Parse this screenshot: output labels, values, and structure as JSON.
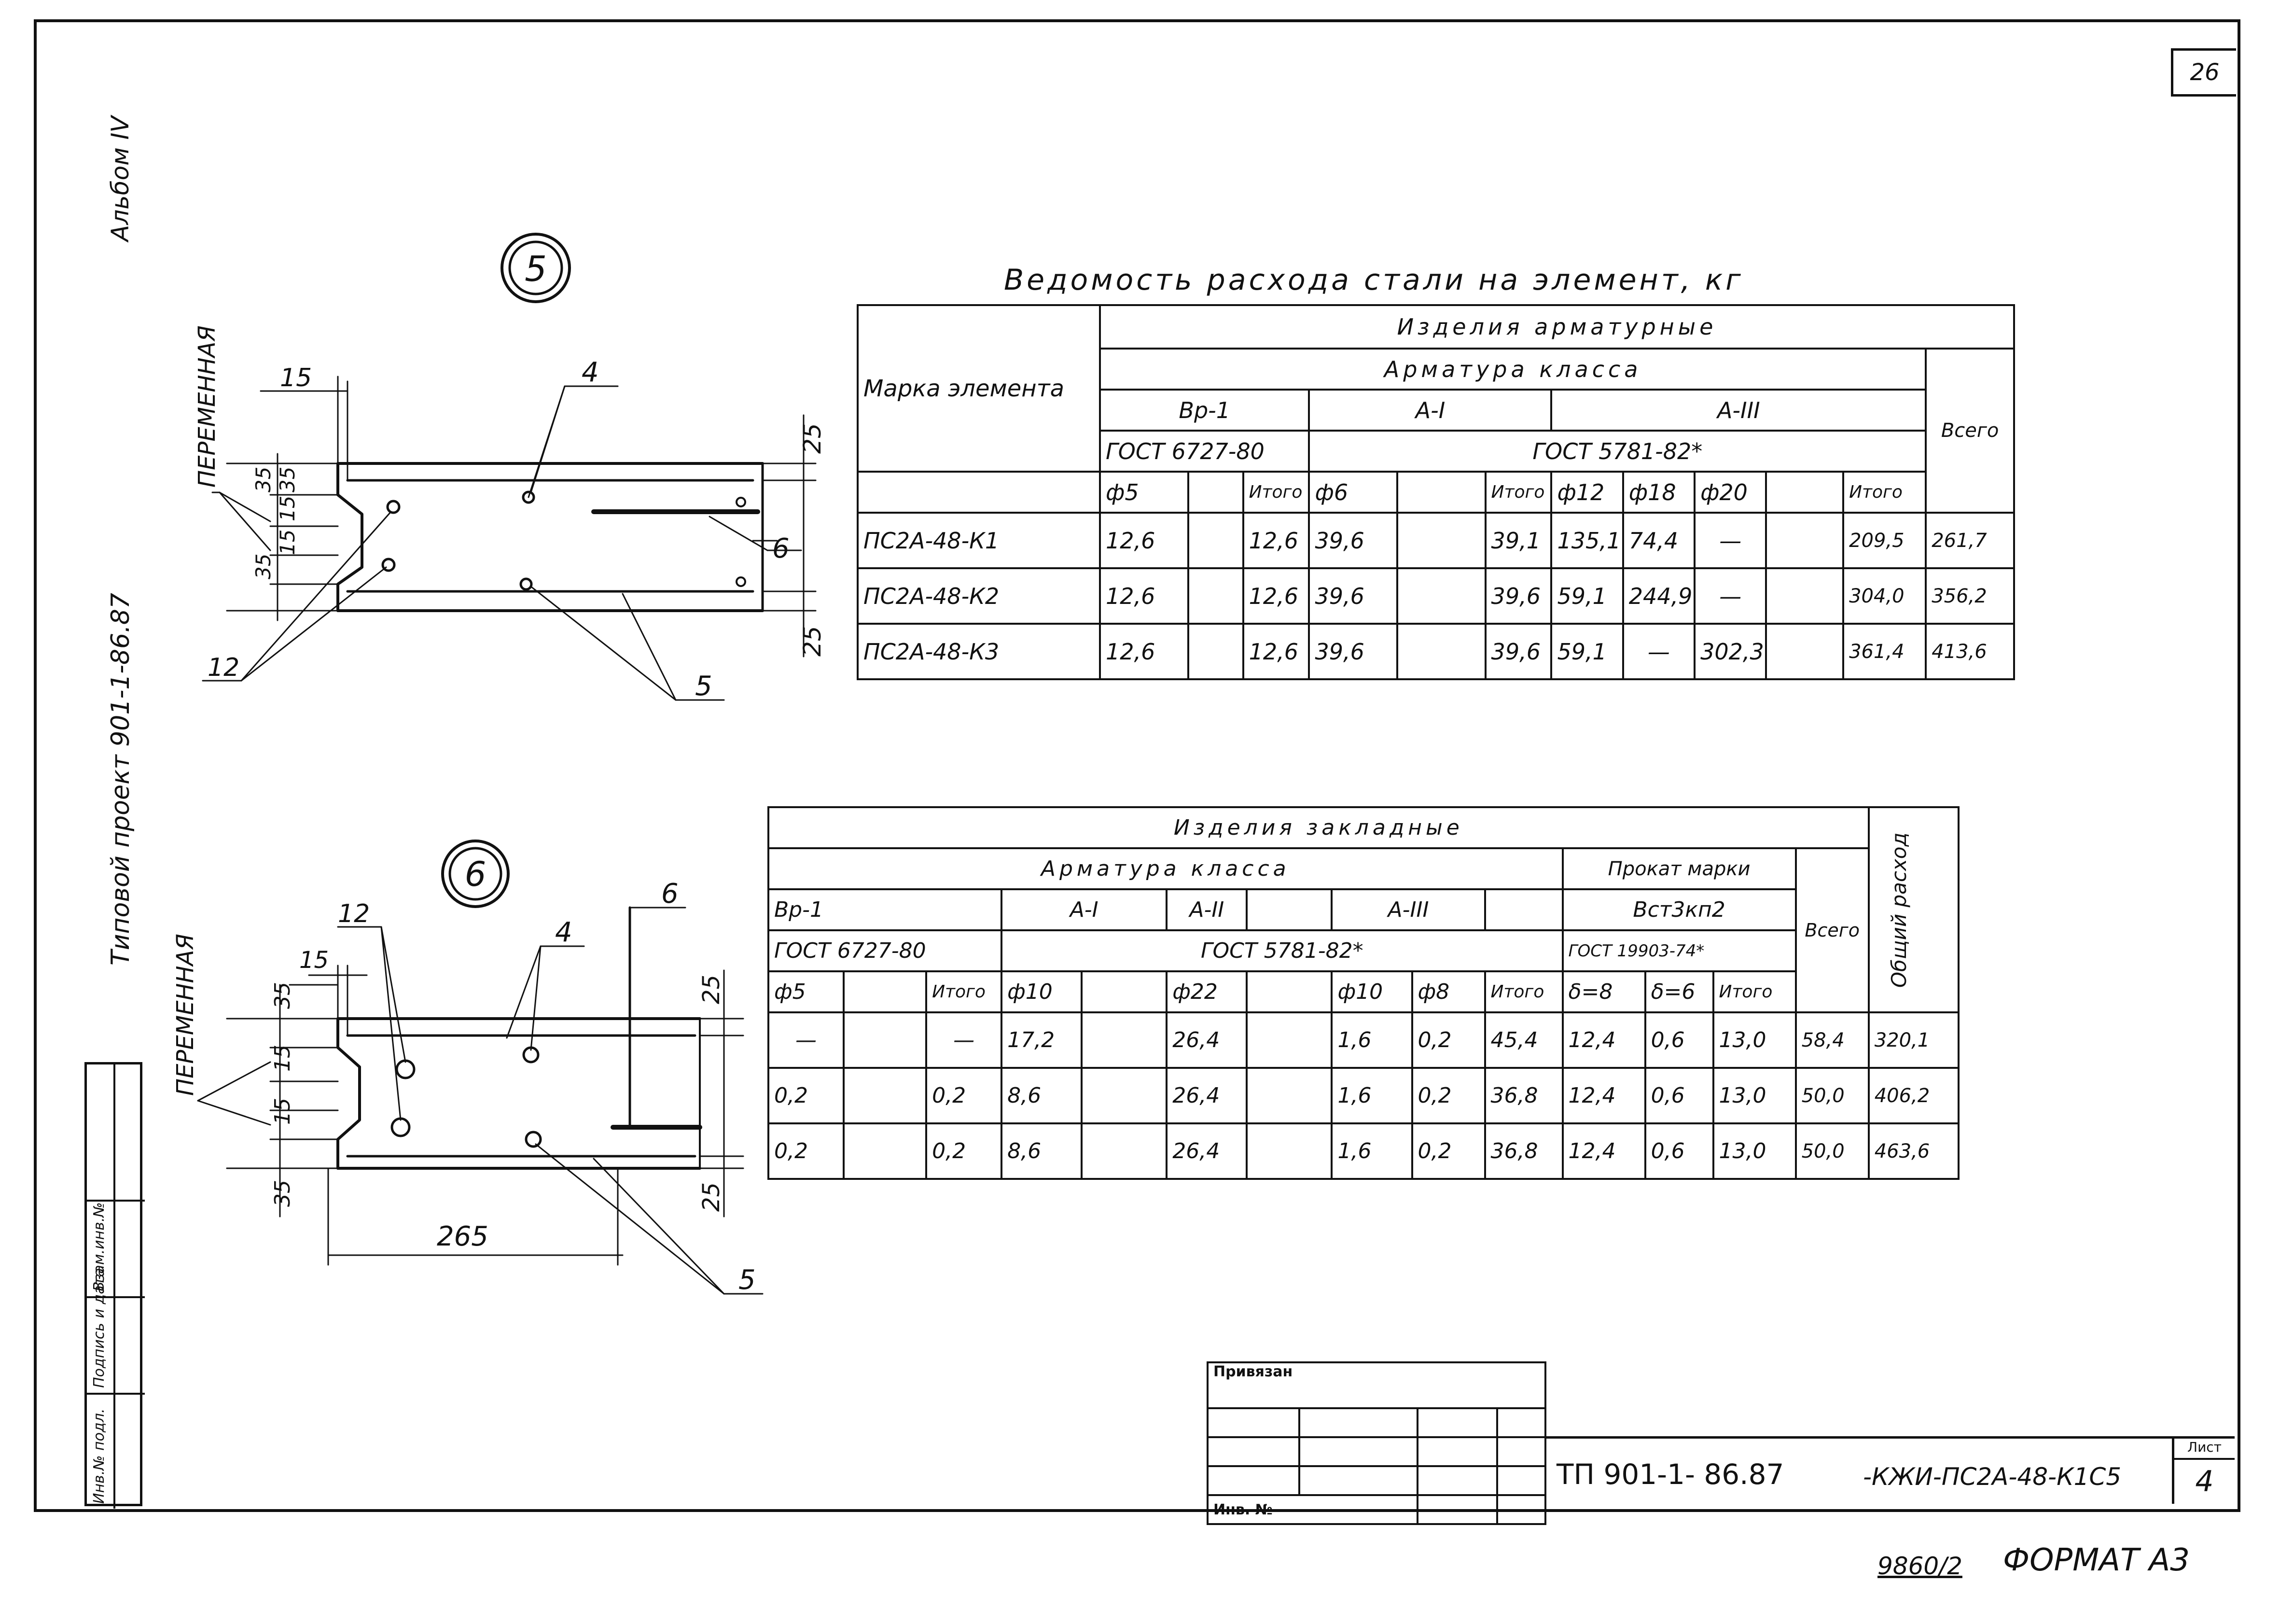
{
  "sheet": {
    "number": "26",
    "album": "Альбом IV",
    "project": "Типовой проект 901-1-86.87",
    "side_cells": [
      "Инв.№ подл.",
      "Подпись и дата",
      "Взам.инв.№"
    ],
    "tied_label": "Привязан",
    "inv_label": "Инв. №",
    "code": "ТП 901-1- 86.87",
    "code_suffix": "-КЖИ-ПС2А-48-К1С5",
    "list_label": "Лист",
    "list_number": "4",
    "format_number": "9860/2",
    "format_label": "ФОРМАТ А3"
  },
  "drawing5": {
    "circle_label": "5",
    "variable_label": "ПЕРЕМЕННАЯ",
    "dims": [
      "15",
      "25",
      "35",
      "15",
      "35",
      "15",
      "35",
      "25"
    ],
    "callouts": [
      "4",
      "6",
      "12",
      "5"
    ]
  },
  "drawing6": {
    "circle_label": "6",
    "variable_label": "ПЕРЕМЕННАЯ",
    "dims": [
      "15",
      "25",
      "35",
      "15",
      "15",
      "35",
      "25",
      "265"
    ],
    "callouts": [
      "12",
      "4",
      "6",
      "5"
    ]
  },
  "table1": {
    "title": "Ведомость расхода стали на элемент, кг",
    "mark_header": "Марка элемента",
    "group_header": "Изделия арматурные",
    "class_header": "Арматура класса",
    "bp1": "Вр-1",
    "a1": "А-I",
    "a3": "А-III",
    "gost1": "ГОСТ 6727-80",
    "gost2": "ГОСТ 5781-82*",
    "total_header": "Всего",
    "sub": [
      "ф5",
      "",
      "Итого",
      "ф6",
      "",
      "Итого",
      "ф12",
      "ф18",
      "ф20",
      "",
      "Итого"
    ],
    "rows": [
      {
        "mark": "ПС2А-48-К1",
        "cells": [
          "12,6",
          "",
          "12,6",
          "39,6",
          "",
          "39,1",
          "135,1",
          "74,4",
          "—",
          "",
          "209,5",
          "261,7"
        ]
      },
      {
        "mark": "ПС2А-48-К2",
        "cells": [
          "12,6",
          "",
          "12,6",
          "39,6",
          "",
          "39,6",
          "59,1",
          "244,9",
          "—",
          "",
          "304,0",
          "356,2"
        ]
      },
      {
        "mark": "ПС2А-48-К3",
        "cells": [
          "12,6",
          "",
          "12,6",
          "39,6",
          "",
          "39,6",
          "59,1",
          "—",
          "302,3",
          "",
          "361,4",
          "413,6"
        ]
      }
    ]
  },
  "table2": {
    "group_header": "Изделия закладные",
    "class_header": "Арматура класса",
    "rolled_header": "Прокат марки",
    "bp1": "Вр-1",
    "a1": "А-I",
    "a2": "А-II",
    "a3": "А-III",
    "steel": "Вст3кп2",
    "gost1": "ГОСТ 6727-80",
    "gost2": "ГОСТ 5781-82*",
    "gost3": "ГОСТ 19903-74*",
    "total_header": "Всего",
    "grand_header": "Общий расход",
    "sub": [
      "ф5",
      "",
      "Итого",
      "ф10",
      "",
      "ф22",
      "",
      "ф10",
      "ф8",
      "Итого",
      "δ=8",
      "δ=6",
      "Итого"
    ],
    "rows": [
      [
        "—",
        "",
        "—",
        "17,2",
        "",
        "26,4",
        "",
        "1,6",
        "0,2",
        "45,4",
        "12,4",
        "0,6",
        "13,0",
        "58,4",
        "320,1"
      ],
      [
        "0,2",
        "",
        "0,2",
        "8,6",
        "",
        "26,4",
        "",
        "1,6",
        "0,2",
        "36,8",
        "12,4",
        "0,6",
        "13,0",
        "50,0",
        "406,2"
      ],
      [
        "0,2",
        "",
        "0,2",
        "8,6",
        "",
        "26,4",
        "",
        "1,6",
        "0,2",
        "36,8",
        "12,4",
        "0,6",
        "13,0",
        "50,0",
        "463,6"
      ]
    ]
  }
}
